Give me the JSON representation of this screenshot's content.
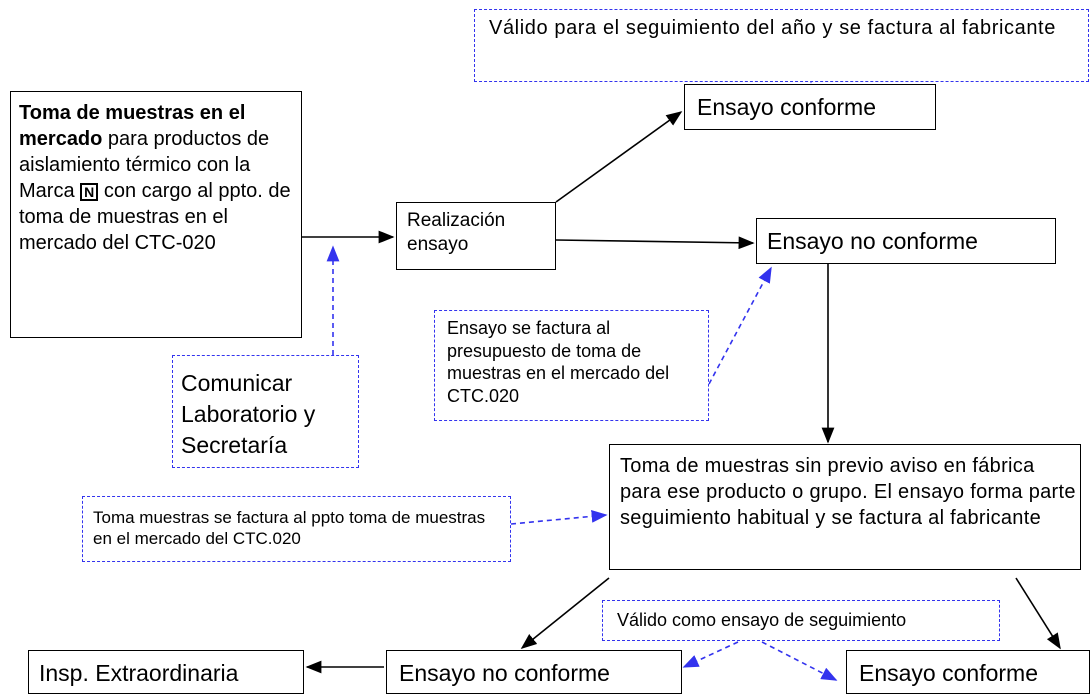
{
  "notes": {
    "top": "Válido para el seguimiento del año y se factura al fabricante",
    "mid": "Ensayo se factura al presupuesto de toma de muestras en el mercado del CTC.020",
    "left": "Toma muestras se factura al ppto toma de muestras en el mercado del CTC.020",
    "bottom": "Válido como ensayo de seguimiento"
  },
  "boxes": {
    "start_bold": "Toma de muestras en el mercado",
    "start_rest": " para productos de aislamiento térmico con la Marca",
    "start_mark": "N",
    "start_rest2": " con cargo al ppto. de toma de muestras en el mercado del CTC-020",
    "comunicar": "Comunicar Laboratorio y Secretaría",
    "realizacion": "Realización ensayo",
    "conforme_1": "Ensayo conforme",
    "no_conforme_1": "Ensayo no conforme",
    "toma_fabrica": "Toma de muestras sin previo aviso en fábrica para ese producto o grupo. El ensayo forma parte seguimiento habitual y se factura al fabricante",
    "insp": "Insp. Extraordinaria",
    "no_conforme_2": "Ensayo no conforme",
    "conforme_2": "Ensayo conforme"
  }
}
